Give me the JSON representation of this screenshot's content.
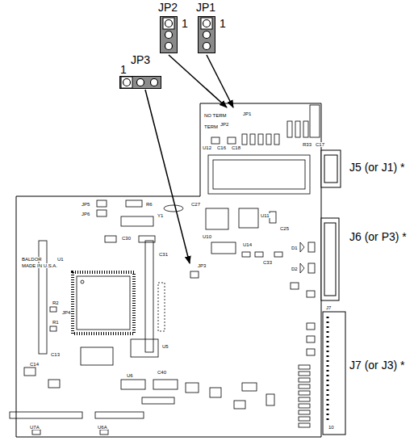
{
  "diagram": {
    "nodes": [
      {
        "text": [
          "JP2",
          "1"
        ]
      },
      {
        "text": [
          "JP1",
          "1"
        ]
      },
      {
        "text": [
          "JP3",
          "1"
        ]
      }
    ],
    "labels": [
      "J5 (or J1) *",
      "J6 (or P3) *",
      "J7 (or J3) *",
      "BALDOR",
      "MADE IN U.S.A.",
      "NO TERM",
      "TERM",
      "JP2",
      "JP1",
      "U12",
      "C16",
      "C18",
      "R33",
      "C17",
      "C27",
      "Y1",
      "U10",
      "U11",
      "C25",
      "D1",
      "D2",
      "JP5",
      "JP6",
      "R6",
      "C30",
      "C31",
      "U1",
      "R2",
      "JP4",
      "R1",
      "C13",
      "C14",
      "J7",
      "10",
      "U7A",
      "U6A",
      "U6",
      "U5",
      "JP3",
      "C40",
      "U14",
      "C33"
    ]
  }
}
